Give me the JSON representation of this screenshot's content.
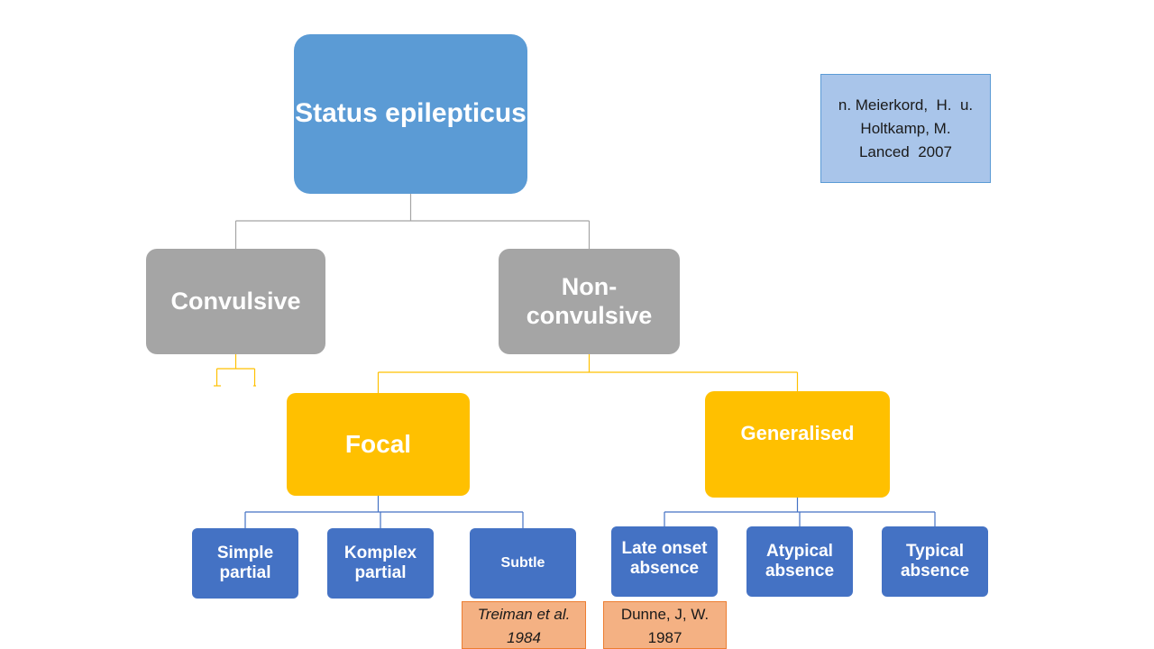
{
  "nodes": {
    "root": "Status epilepticus",
    "convulsive": "Convulsive",
    "non_convulsive": "Non-convulsive",
    "focal": "Focal",
    "generalised": "Generalised",
    "simple_partial": "Simple partial",
    "komplex_partial": "Komplex partial",
    "subtle": "Subtle",
    "late_onset_absence": "Late onset absence",
    "atypical_absence": "Atypical absence",
    "typical_absence": "Typical absence"
  },
  "reference": {
    "line1": "n. Meierkord,  H.  u.",
    "line2": "Holtkamp, M.",
    "line3": "Lanced  2007"
  },
  "citations": {
    "treiman": "Treiman et al. 1984",
    "dunne": "Dunne, J, W. 1987"
  },
  "colors": {
    "root": "#5b9bd5",
    "level1": "#a5a5a5",
    "level2": "#ffc000",
    "level3": "#4472c4",
    "reference_box": "#a9c5ea",
    "citation_box": "#f4b183"
  }
}
